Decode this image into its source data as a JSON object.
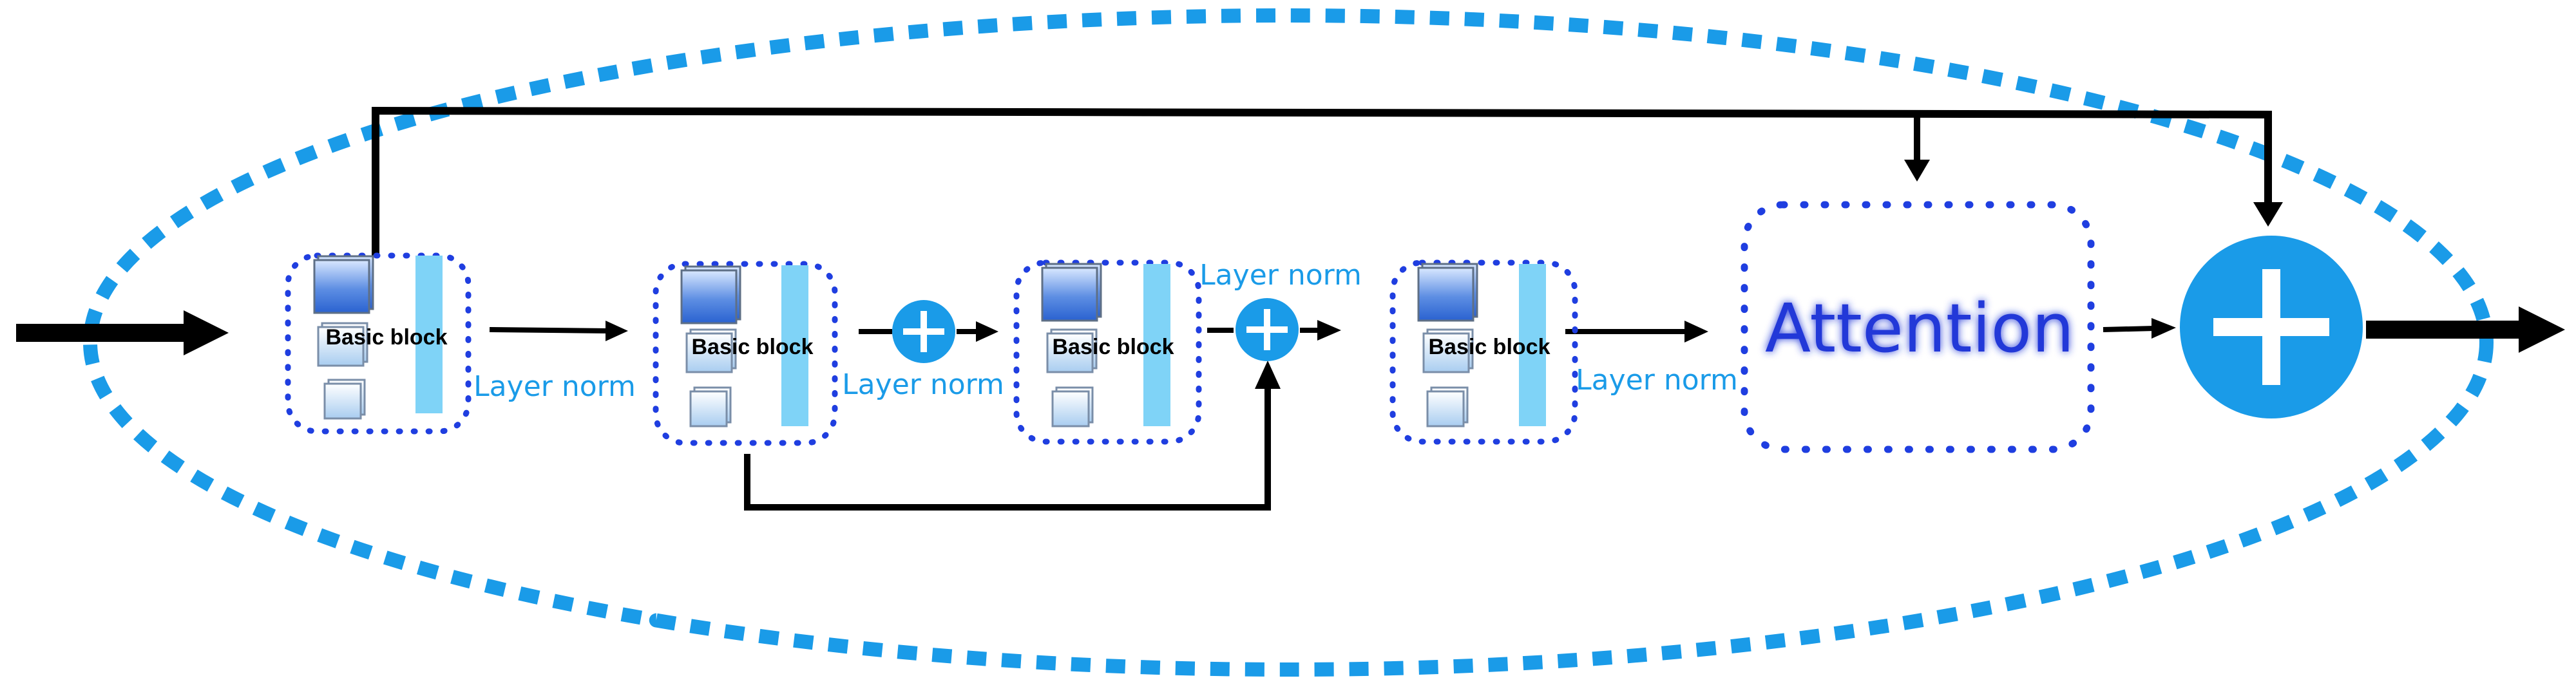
{
  "labels": {
    "basic_block_1": "Basic block",
    "basic_block_2": "Basic block",
    "basic_block_3": "Basic block",
    "basic_block_4": "Basic block",
    "layer_norm_1": "Layer norm",
    "layer_norm_2": "Layer norm",
    "layer_norm_3": "Layer norm",
    "layer_norm_4": "Layer norm",
    "attention": "Attention"
  },
  "colors": {
    "accent": "#1a9be8",
    "dotted_border": "#1f3ee0",
    "attention_text": "#2238d8",
    "layer_bar": "#7fd3f7",
    "arrow": "#000000"
  },
  "icons": {
    "plus": "plus-icon"
  }
}
